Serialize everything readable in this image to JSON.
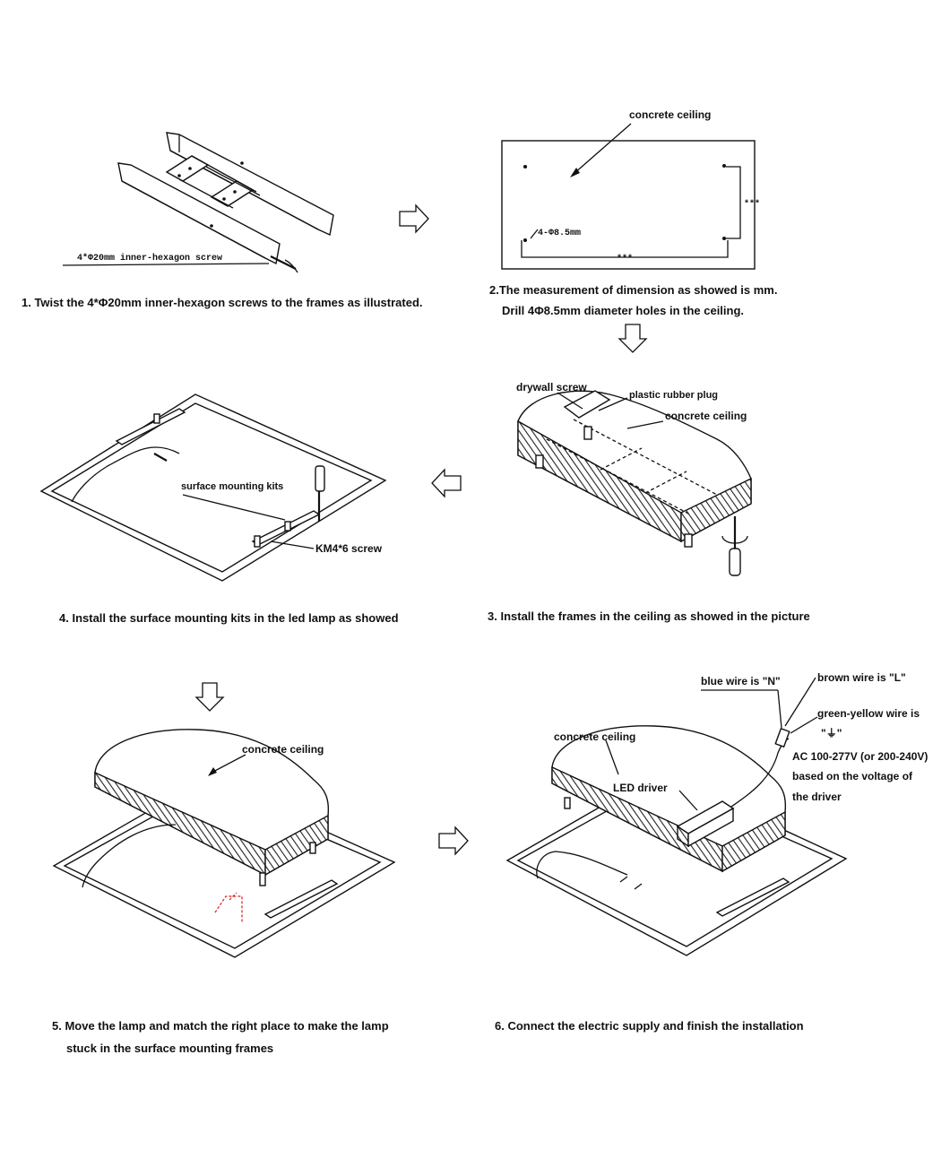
{
  "steps": [
    {
      "caption": "1. Twist the 4*Φ20mm inner-hexagon screws to the frames as illustrated.",
      "labels": {
        "screw": "4*Φ20mm inner-hexagon screw"
      }
    },
    {
      "caption_line1": "2.The measurement of dimension as showed is mm.",
      "caption_line2": "Drill 4Φ8.5mm diameter holes in the ceiling.",
      "labels": {
        "ceiling": "concrete ceiling",
        "holes": "4-Φ8.5mm",
        "dim_h": "***",
        "dim_v": "***"
      }
    },
    {
      "caption": "3. Install the frames in the ceiling as showed in the picture",
      "labels": {
        "drywall": "drywall screw",
        "plug": "plastic rubber plug",
        "ceiling": "concrete ceiling"
      }
    },
    {
      "caption": "4. Install the surface mounting kits in the led lamp as showed",
      "labels": {
        "kits": "surface mounting kits",
        "screw": "KM4*6 screw"
      }
    },
    {
      "caption_line1": "5. Move the lamp and match the right place to make the lamp",
      "caption_line2": "stuck in the surface mounting frames",
      "labels": {
        "ceiling": "concrete ceiling"
      }
    },
    {
      "caption": "6. Connect the electric supply and finish the installation",
      "labels": {
        "blue": "blue wire is \"N\"",
        "brown": "brown wire is \"L\"",
        "green": "green-yellow wire is",
        "ground": "\"⏚\"",
        "ac1": "AC 100-277V (or 200-240V)",
        "ac2": "based on the voltage of",
        "ac3": "the driver",
        "ceiling": "concrete ceiling",
        "driver": "LED driver"
      }
    }
  ],
  "icons": [
    "flow-arrow-right",
    "flow-arrow-down",
    "flow-arrow-left"
  ]
}
